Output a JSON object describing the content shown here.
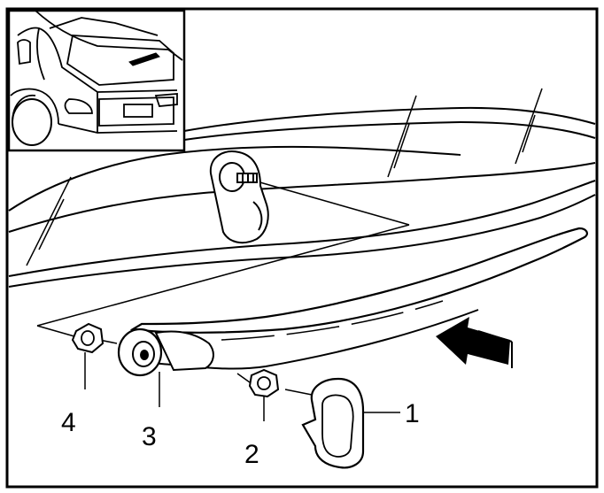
{
  "diagram": {
    "callouts": [
      {
        "id": "1",
        "text": "1"
      },
      {
        "id": "2",
        "text": "2"
      },
      {
        "id": "3",
        "text": "3"
      },
      {
        "id": "4",
        "text": "4"
      }
    ],
    "colors": {
      "line": "#000000",
      "background": "#ffffff",
      "arrow_fill": "#000000"
    },
    "icons": [
      "vehicle-inset-icon",
      "wiper-arm-icon",
      "hex-nut-icon",
      "cap-icon",
      "direction-arrow-icon"
    ]
  }
}
